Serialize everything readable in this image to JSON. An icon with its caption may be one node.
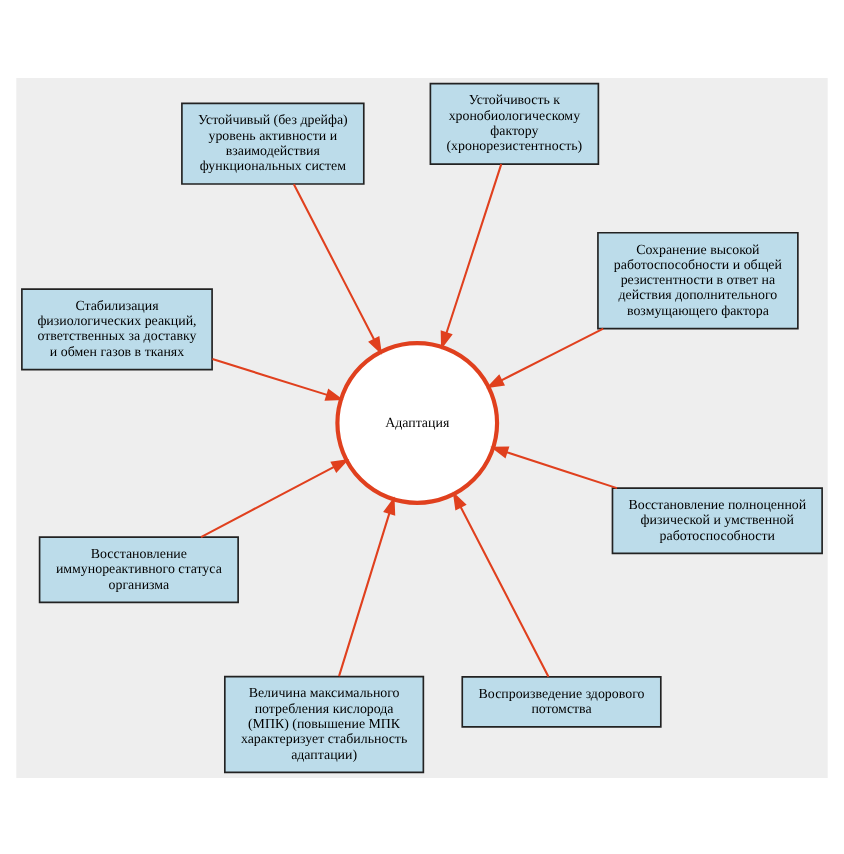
{
  "diagram": {
    "nodes": [
      {
        "text": [
          "Стабилизация физиологических реакций, ответственных за доставку и обмен газов в тканях"
        ]
      },
      {
        "text": [
          "Сохранение высокой работоспособности и общей резистентности в ответ на действия дополнительного возмущающего фактора"
        ]
      },
      {
        "text": [
          "Величина максимального потребления кислорода (МПК) (повышение МПК характеризует стабильность адаптации)"
        ]
      },
      {
        "text": [
          "Адаптация"
        ]
      },
      {
        "text": [
          "Устойчивость к хронобиологическому фактору (хронорезистентность)"
        ]
      },
      {
        "text": [
          "Устойчивый (без дрейфа) уровень активности и взаимодействия функциональных систем"
        ]
      },
      {
        "text": [
          "Восстановление иммунореактивного статуса организма"
        ]
      },
      {
        "text": [
          "Восстановление полноценной физической и умственной работоспособности"
        ]
      },
      {
        "text": [
          "Воспроизведение здорового потомства"
        ]
      }
    ],
    "edges": [
      {
        "from": 0,
        "to": 3,
        "arrow": "to"
      },
      {
        "from": 1,
        "to": 3,
        "arrow": "to"
      },
      {
        "from": 2,
        "to": 3,
        "arrow": "to"
      },
      {
        "from": 4,
        "to": 3,
        "arrow": "to"
      },
      {
        "from": 5,
        "to": 3,
        "arrow": "to"
      },
      {
        "from": 6,
        "to": 3,
        "arrow": "to"
      },
      {
        "from": 7,
        "to": 3,
        "arrow": "to"
      },
      {
        "from": 8,
        "to": 3,
        "arrow": "to"
      }
    ]
  }
}
